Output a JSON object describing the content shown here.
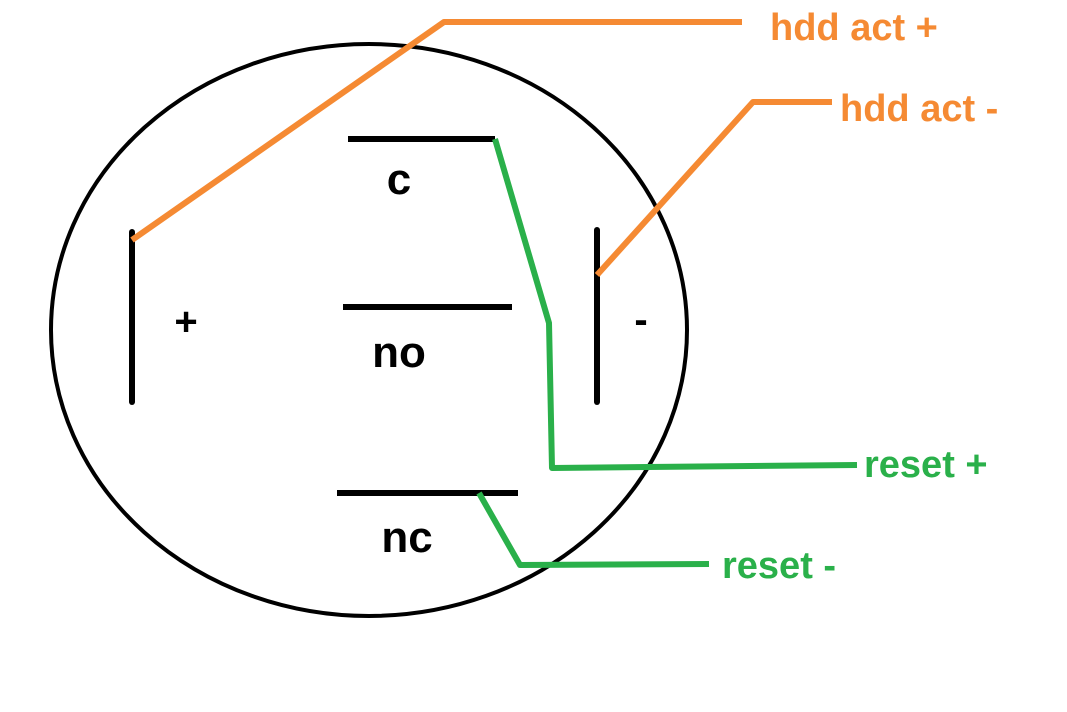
{
  "colors": {
    "outline": "#000000",
    "hdd_wire": "#f58a33",
    "reset_wire": "#2ab04a",
    "background": "#ffffff"
  },
  "switch": {
    "terminals": {
      "c": "c",
      "no": "no",
      "nc": "nc"
    },
    "led": {
      "plus": "+",
      "minus": "-"
    }
  },
  "wires": {
    "hdd_act_plus": "hdd act +",
    "hdd_act_minus": "hdd act -",
    "reset_plus": "reset +",
    "reset_minus": "reset -"
  }
}
